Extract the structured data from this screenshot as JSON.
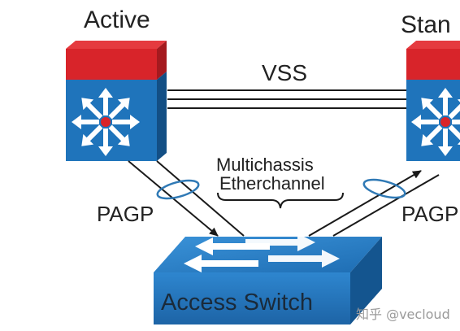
{
  "labels": {
    "active": "Active",
    "standby": "Stan",
    "vss": "VSS",
    "multichassis_line1": "Multichassis",
    "multichassis_line2": "Etherchannel",
    "pagp_left": "PAGP",
    "pagp_right": "PAGP",
    "access_switch": "Access Switch"
  },
  "watermark": "知乎 @vecloud",
  "colors": {
    "router_top": "#d8242a",
    "router_body": "#1f74bb",
    "switch_body": "#2a7fc6",
    "arrow": "#1a1a1a",
    "ring": "#2f79b5"
  }
}
